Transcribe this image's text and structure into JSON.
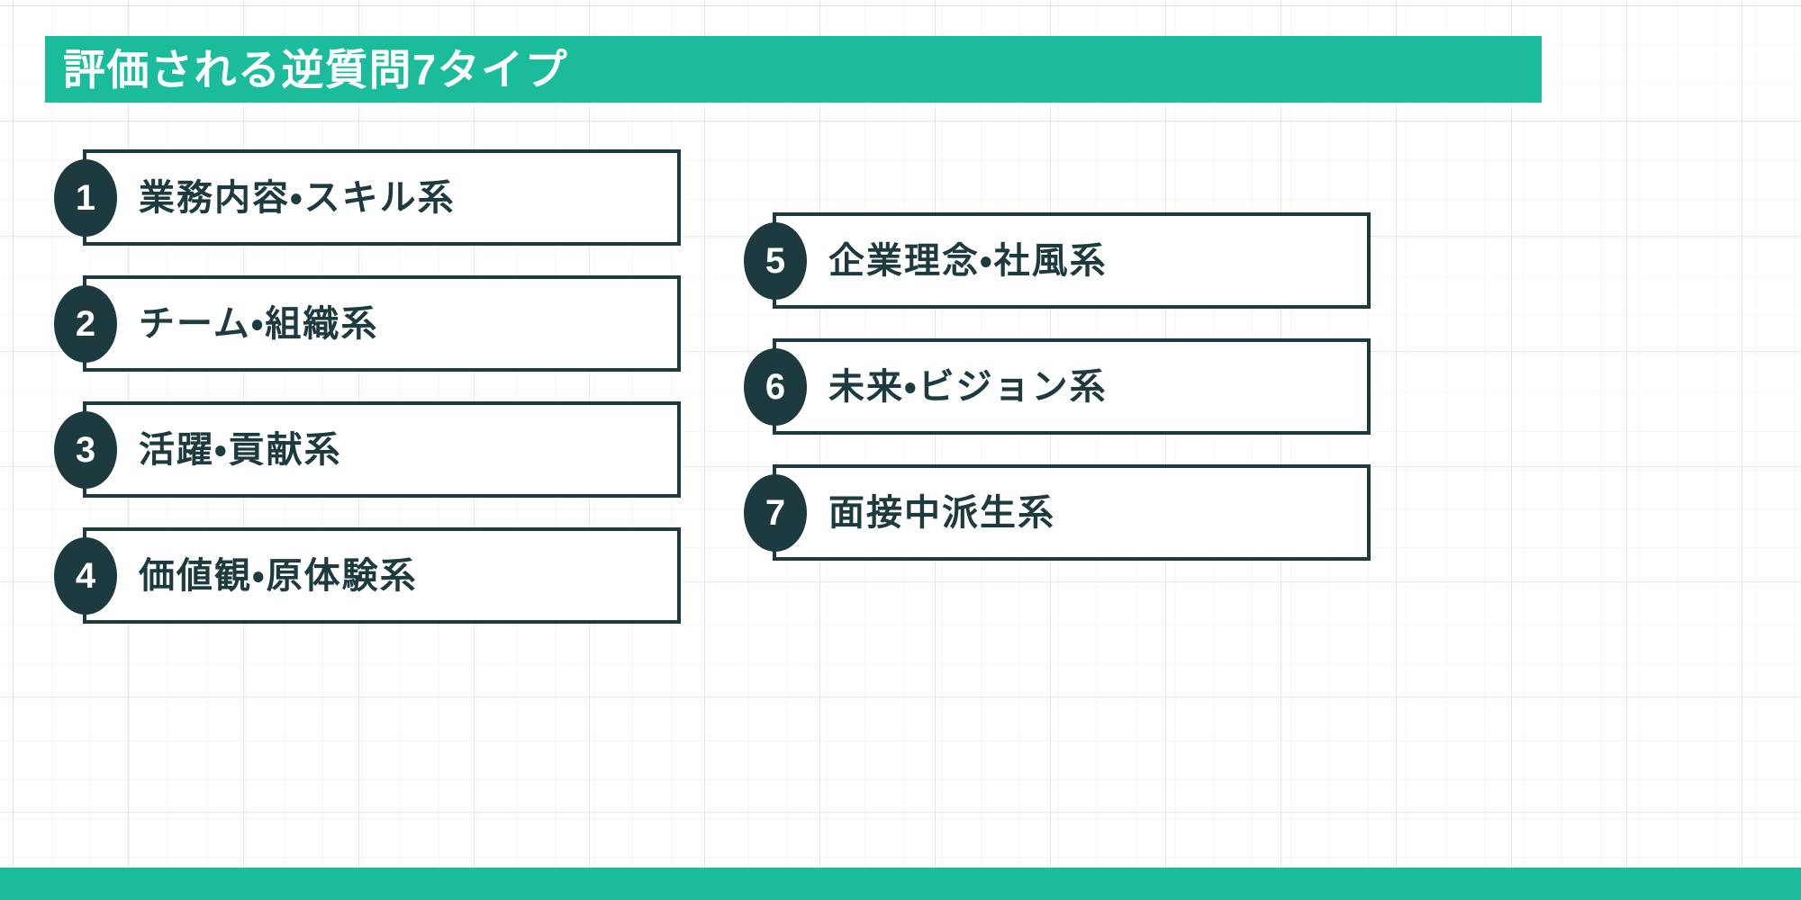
{
  "page": {
    "title": "評価される逆質問7タイプ",
    "background_style": "grid-paper",
    "colors": {
      "accent_teal": "#1ABC9C",
      "dark_teal": "#1D3A3F",
      "surface": "#FFFFFF",
      "grid_line": "#AFB4B4"
    }
  },
  "header": {
    "banner_label": "評価される逆質問7タイプ"
  },
  "columns": {
    "left": {
      "items": [
        {
          "number": "1",
          "label": "業務内容・スキル系"
        },
        {
          "number": "2",
          "label": "チーム・組織系"
        },
        {
          "number": "3",
          "label": "活躍・貢献系"
        },
        {
          "number": "4",
          "label": "価値観・原体験系"
        }
      ]
    },
    "right": {
      "items": [
        {
          "number": "5",
          "label": "企業理念・社風系"
        },
        {
          "number": "6",
          "label": "未来・ビジョン系"
        },
        {
          "number": "7",
          "label": "面接中派生系"
        }
      ]
    }
  },
  "footer": {
    "bar_color": "#1ABC9C"
  }
}
